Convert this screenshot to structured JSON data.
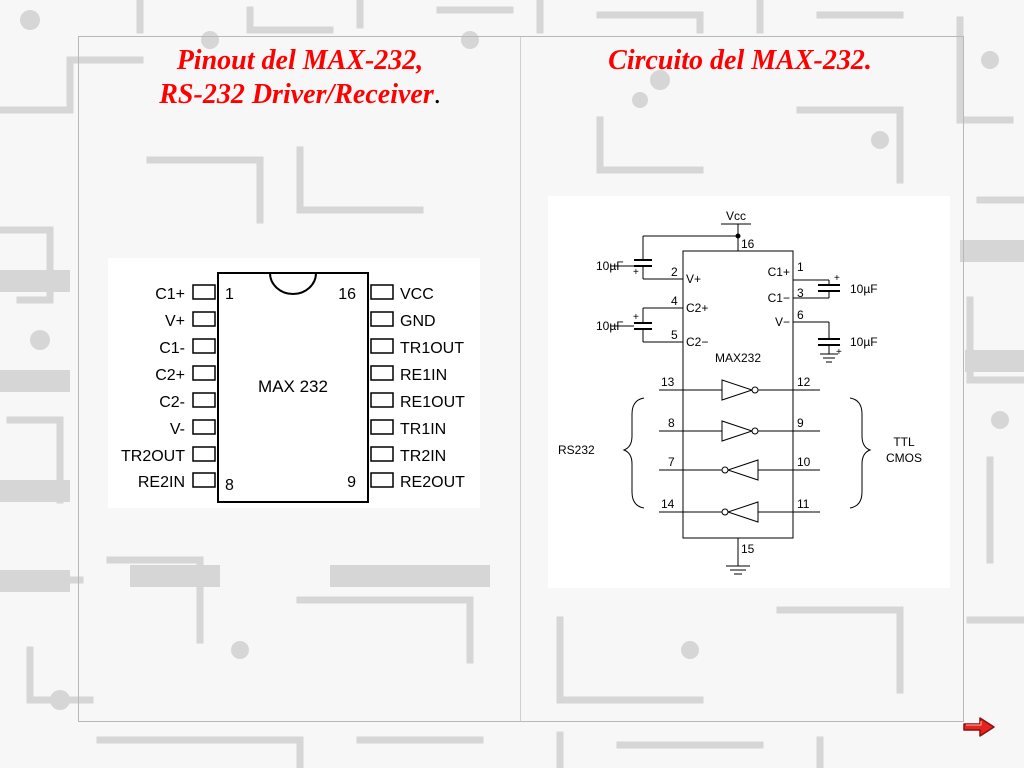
{
  "titles": {
    "left_line1": "Pinout del MAX-232,",
    "left_line2": "RS-232 Driver/Receiver",
    "left_trailing": ".",
    "right": "Circuito del MAX-232."
  },
  "pinout": {
    "chip_label": "MAX 232",
    "left_pins": [
      "C1+",
      "V+",
      "C1-",
      "C2+",
      "C2-",
      "V-",
      "TR2OUT",
      "RE2IN"
    ],
    "right_pins": [
      "VCC",
      "GND",
      "TR1OUT",
      "RE1IN",
      "RE1OUT",
      "TR1IN",
      "TR2IN",
      "RE2OUT"
    ],
    "corner_numbers": {
      "top_left": "1",
      "top_right": "16",
      "bottom_left": "8",
      "bottom_right": "9"
    }
  },
  "circuit": {
    "vcc_label": "Vcc",
    "chip_label": "MAX232",
    "pin_vcc": "16",
    "pin_gnd": "15",
    "left_pin_labels": [
      "V+",
      "C2+",
      "C2−"
    ],
    "left_pin_numbers": [
      "2",
      "4",
      "5"
    ],
    "right_pin_labels": [
      "C1+",
      "C1−",
      "V−"
    ],
    "right_pin_numbers": [
      "1",
      "3",
      "6"
    ],
    "capacitor_value": "10µF",
    "cap_plus": "+",
    "gates": [
      {
        "left_pin": "13",
        "right_pin": "12"
      },
      {
        "left_pin": "8",
        "right_pin": "9"
      },
      {
        "left_pin": "7",
        "right_pin": "10"
      },
      {
        "left_pin": "14",
        "right_pin": "11"
      }
    ],
    "rs232_label": "RS232",
    "ttl_label": "TTL",
    "cmos_label": "CMOS"
  }
}
